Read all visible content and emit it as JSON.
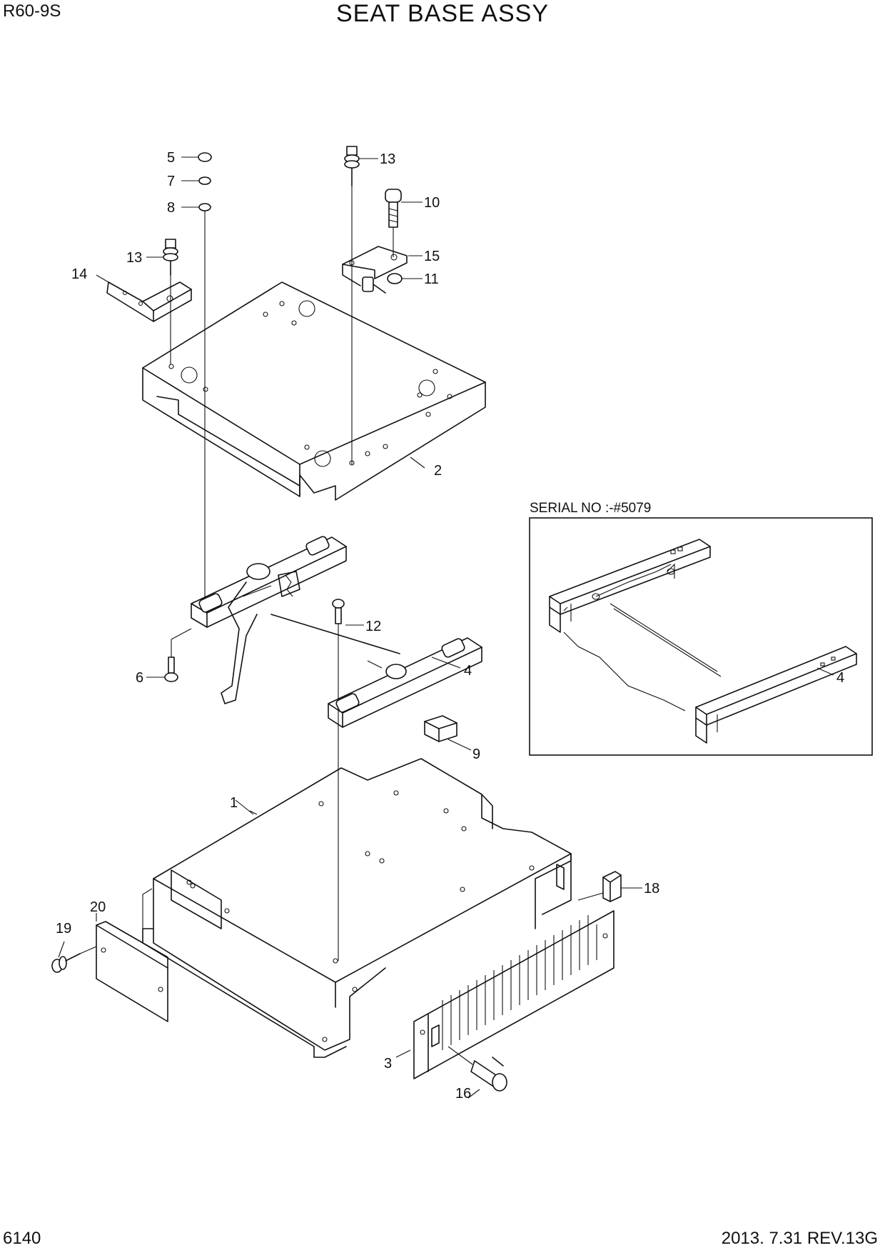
{
  "header": {
    "model": "R60-9S",
    "title": "SEAT BASE ASSY"
  },
  "footer": {
    "page_number": "6140",
    "revision": "2013. 7.31  REV.13G"
  },
  "inset": {
    "serial_label": "SERIAL NO :-#5079",
    "part_label": "4"
  },
  "parts": {
    "p1": "1",
    "p2": "2",
    "p3": "3",
    "p4": "4",
    "p5": "5",
    "p6": "6",
    "p7": "7",
    "p8": "8",
    "p9": "9",
    "p10": "10",
    "p11": "11",
    "p12": "12",
    "p13a": "13",
    "p13b": "13",
    "p14": "14",
    "p15": "15",
    "p16": "16",
    "p18": "18",
    "p19": "19",
    "p20": "20"
  }
}
